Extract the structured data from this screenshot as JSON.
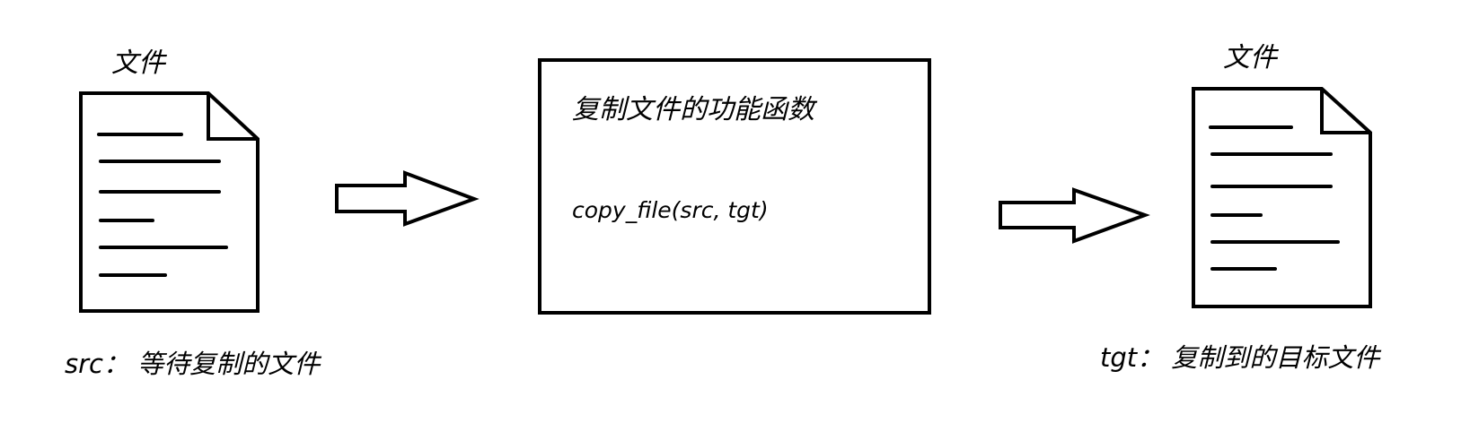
{
  "source_file": {
    "title": "文件",
    "caption": "src： 等待复制的文件"
  },
  "function_box": {
    "title": "复制文件的功能函数",
    "signature": "copy_file(src, tgt)"
  },
  "target_file": {
    "title": "文件",
    "caption": "tgt： 复制到的目标文件"
  },
  "colors": {
    "stroke": "#000000",
    "background": "#ffffff"
  },
  "icons": {
    "document": "document-icon",
    "arrow": "right-arrow-icon"
  }
}
